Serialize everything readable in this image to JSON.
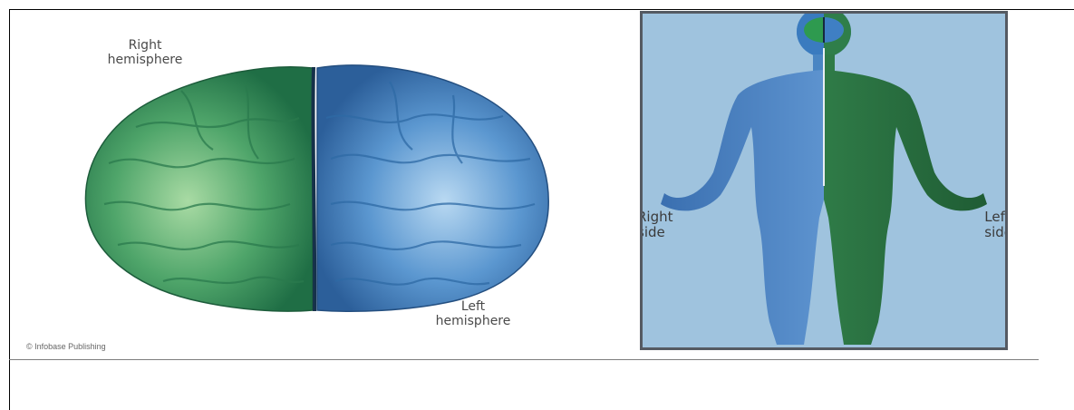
{
  "labels": {
    "right_hemisphere": "Right\nhemisphere",
    "left_hemisphere": "Left\nhemisphere",
    "right_side": "Right\nside",
    "left_side": "Left\nside",
    "credit": "© Infobase Publishing"
  },
  "colors": {
    "green_hemisphere": "#3c8f5a",
    "blue_hemisphere": "#4a86c3",
    "panel_background": "#9fc3de",
    "panel_border": "#555a62"
  },
  "icons": {
    "brain": "brain-icon",
    "human_body": "human-body-icon"
  }
}
